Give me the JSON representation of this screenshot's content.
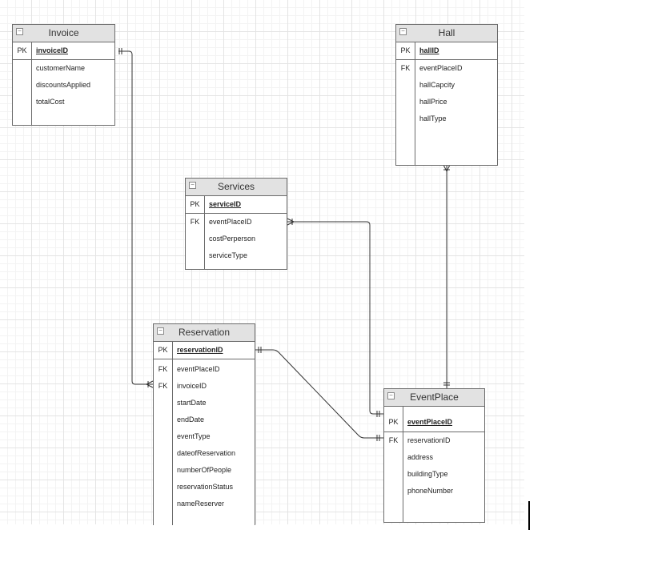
{
  "entities": {
    "invoice": {
      "title": "Invoice",
      "pk": {
        "key": "PK",
        "name": "invoiceID"
      },
      "fields": [
        {
          "key": "",
          "name": "customerName"
        },
        {
          "key": "",
          "name": "discountsApplied"
        },
        {
          "key": "",
          "name": "totalCost"
        }
      ]
    },
    "hall": {
      "title": "Hall",
      "pk": {
        "key": "PK",
        "name": "hallID"
      },
      "fields": [
        {
          "key": "FK",
          "name": "eventPlaceID"
        },
        {
          "key": "",
          "name": "hallCapcity"
        },
        {
          "key": "",
          "name": "hallPrice"
        },
        {
          "key": "",
          "name": "hallType"
        }
      ]
    },
    "services": {
      "title": "Services",
      "pk": {
        "key": "PK",
        "name": "serviceID"
      },
      "fields": [
        {
          "key": "FK",
          "name": "eventPlaceID"
        },
        {
          "key": "",
          "name": "costPerperson"
        },
        {
          "key": "",
          "name": "serviceType"
        }
      ]
    },
    "reservation": {
      "title": "Reservation",
      "pk": {
        "key": "PK",
        "name": "reservationID"
      },
      "fields": [
        {
          "key": "FK",
          "name": "eventPlaceID"
        },
        {
          "key": "FK",
          "name": "invoiceID"
        },
        {
          "key": "",
          "name": "startDate"
        },
        {
          "key": "",
          "name": "endDate"
        },
        {
          "key": "",
          "name": "eventType"
        },
        {
          "key": "",
          "name": "dateofReservation"
        },
        {
          "key": "",
          "name": "numberOfPeople"
        },
        {
          "key": "",
          "name": "reservationStatus"
        },
        {
          "key": "",
          "name": "nameReserver"
        }
      ]
    },
    "eventplace": {
      "title": "EventPlace",
      "pk": {
        "key": "PK",
        "name": "eventPlaceID"
      },
      "fields": [
        {
          "key": "FK",
          "name": "reservationID"
        },
        {
          "key": "",
          "name": "address"
        },
        {
          "key": "",
          "name": "buildingType"
        },
        {
          "key": "",
          "name": "phoneNumber"
        }
      ]
    }
  },
  "icons": {
    "collapse": "minus-box-icon"
  },
  "colors": {
    "header_bg": "#e2e2e2",
    "border": "#6b6b6b",
    "line": "#333333"
  }
}
